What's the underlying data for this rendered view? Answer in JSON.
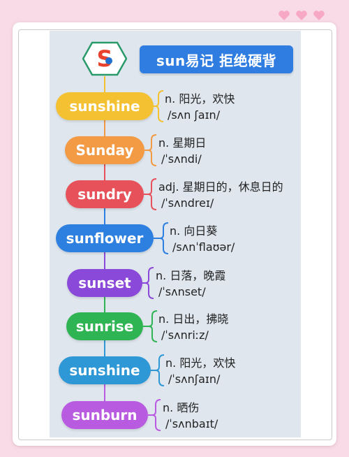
{
  "header": {
    "title": "sun易记 拒绝硬背"
  },
  "logo": {
    "icon": "sun-logo-icon",
    "letter": "S",
    "accent": "#e8422f",
    "accent2": "#1f6fd1"
  },
  "colors": {
    "background": "#f8dbe6",
    "panel": "#dfe6ee",
    "title_box": "#2f7de1"
  },
  "words": [
    {
      "word": "sunshine",
      "meaning": "n. 阳光，欢快",
      "phonetic": "/sʌn ʃaɪn/",
      "color": "#f3c132"
    },
    {
      "word": "Sunday",
      "meaning": "n. 星期日",
      "phonetic": "/ˈsʌndi/",
      "color": "#f39a44"
    },
    {
      "word": "sundry",
      "meaning": "adj. 星期日的，休息日的",
      "phonetic": "/ˈsʌndreɪ/",
      "color": "#e6515a"
    },
    {
      "word": "sunflower",
      "meaning": "n. 向日葵",
      "phonetic": "/sʌnˈflaʊər/",
      "color": "#2d7fe0"
    },
    {
      "word": "sunset",
      "meaning": "n. 日落，晚霞",
      "phonetic": "/ˈsʌnset/",
      "color": "#8a49d8"
    },
    {
      "word": "sunrise",
      "meaning": "n. 日出，拂晓",
      "phonetic": "/ˈsʌnriːz/",
      "color": "#2fb453"
    },
    {
      "word": "sunshine",
      "meaning": "n. 阳光，欢快",
      "phonetic": "/ˈsʌnʃaɪn/",
      "color": "#2e97d6"
    },
    {
      "word": "sunburn",
      "meaning": "n. 晒伤",
      "phonetic": "/ˈsʌnbaɪt/",
      "color": "#b95be0"
    }
  ]
}
